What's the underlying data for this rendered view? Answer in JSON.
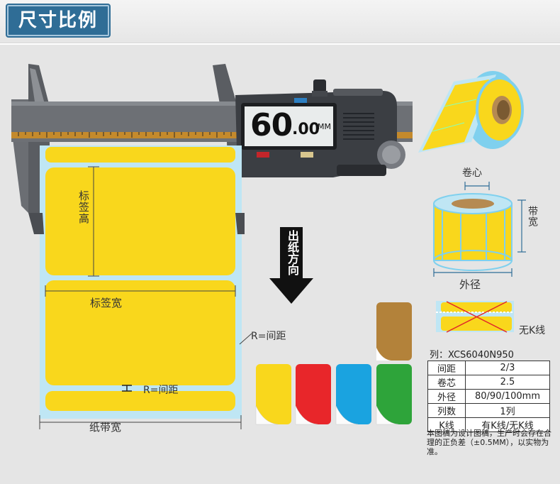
{
  "header": {
    "title": "尺寸比例"
  },
  "caliper": {
    "reading_int": "60",
    "reading_dec": ".00",
    "unit": "MM"
  },
  "labels": {
    "label_height": "标签高",
    "label_width": "标签宽",
    "gap_right": "R=间距",
    "gap_bottom": "R=间距",
    "roll_width": "纸带宽",
    "feed_direction": "出纸方向",
    "core": "卷心",
    "band_width": "带宽",
    "outer_diameter": "外径",
    "no_k_line": "无K线"
  },
  "specs": {
    "model": "列：XCS6040N950",
    "rows": [
      {
        "key": "间距",
        "value": "2/3"
      },
      {
        "key": "卷芯",
        "value": "2.5"
      },
      {
        "key": "外径",
        "value": "80/90/100mm"
      },
      {
        "key": "列数",
        "value": "1列"
      },
      {
        "key": "K线",
        "value": "有K线/无K线"
      }
    ],
    "note": "本图稿为设计图稿，生产时会存在合理的正负差（±0.5MM），以实物为准。"
  },
  "colors": {
    "yellow": "#f9d71c",
    "red": "#e8262a",
    "blue": "#1aa3e0",
    "green": "#2ea43a",
    "brown": "#b3823a",
    "liner": "#bfe6f4",
    "accent": "#2f6d96"
  }
}
